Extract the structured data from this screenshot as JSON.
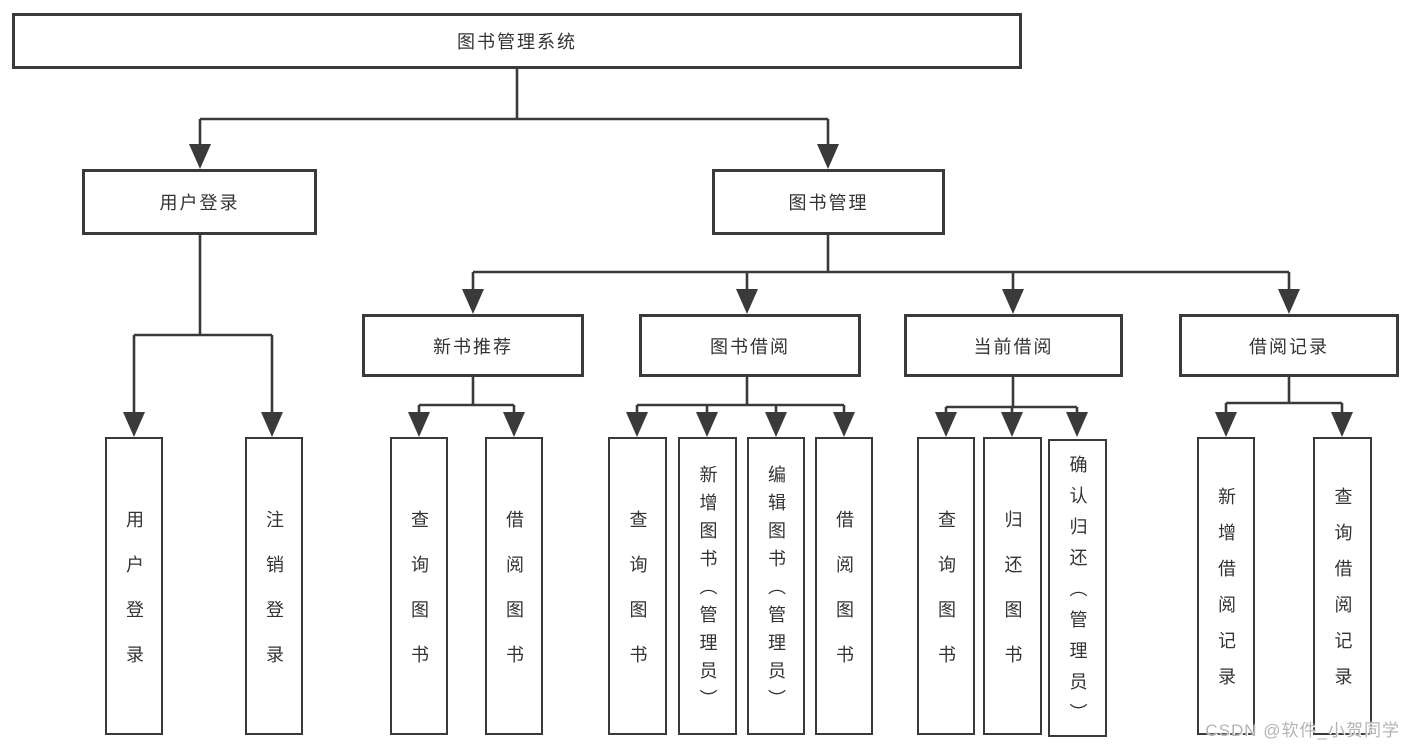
{
  "diagram": {
    "title": "图书管理系统",
    "root": {
      "label": "图书管理系统"
    },
    "level2": [
      {
        "label": "用户登录"
      },
      {
        "label": "图书管理"
      }
    ],
    "level3": [
      {
        "label": "新书推荐"
      },
      {
        "label": "图书借阅"
      },
      {
        "label": "当前借阅"
      },
      {
        "label": "借阅记录"
      }
    ],
    "leaves": {
      "user_login": [
        {
          "label": "用户登录"
        },
        {
          "label": "注销登录"
        }
      ],
      "new_book_recommendation": [
        {
          "label": "查询图书"
        },
        {
          "label": "借阅图书"
        }
      ],
      "book_borrowing": [
        {
          "label": "查询图书"
        },
        {
          "label": "新增图书（管理员）"
        },
        {
          "label": "编辑图书（管理员）"
        },
        {
          "label": "借阅图书"
        }
      ],
      "current_borrowing": [
        {
          "label": "查询图书"
        },
        {
          "label": "归还图书"
        },
        {
          "label": "确认归还（管理员）"
        }
      ],
      "borrowing_records": [
        {
          "label": "新增借阅记录"
        },
        {
          "label": "查询借阅记录"
        }
      ]
    },
    "watermark": "CSDN @软件_小贺同学",
    "colors": {
      "line": "#3a3a3a",
      "text": "#333333",
      "watermark": "#b4b4b4",
      "background": "#ffffff"
    }
  }
}
